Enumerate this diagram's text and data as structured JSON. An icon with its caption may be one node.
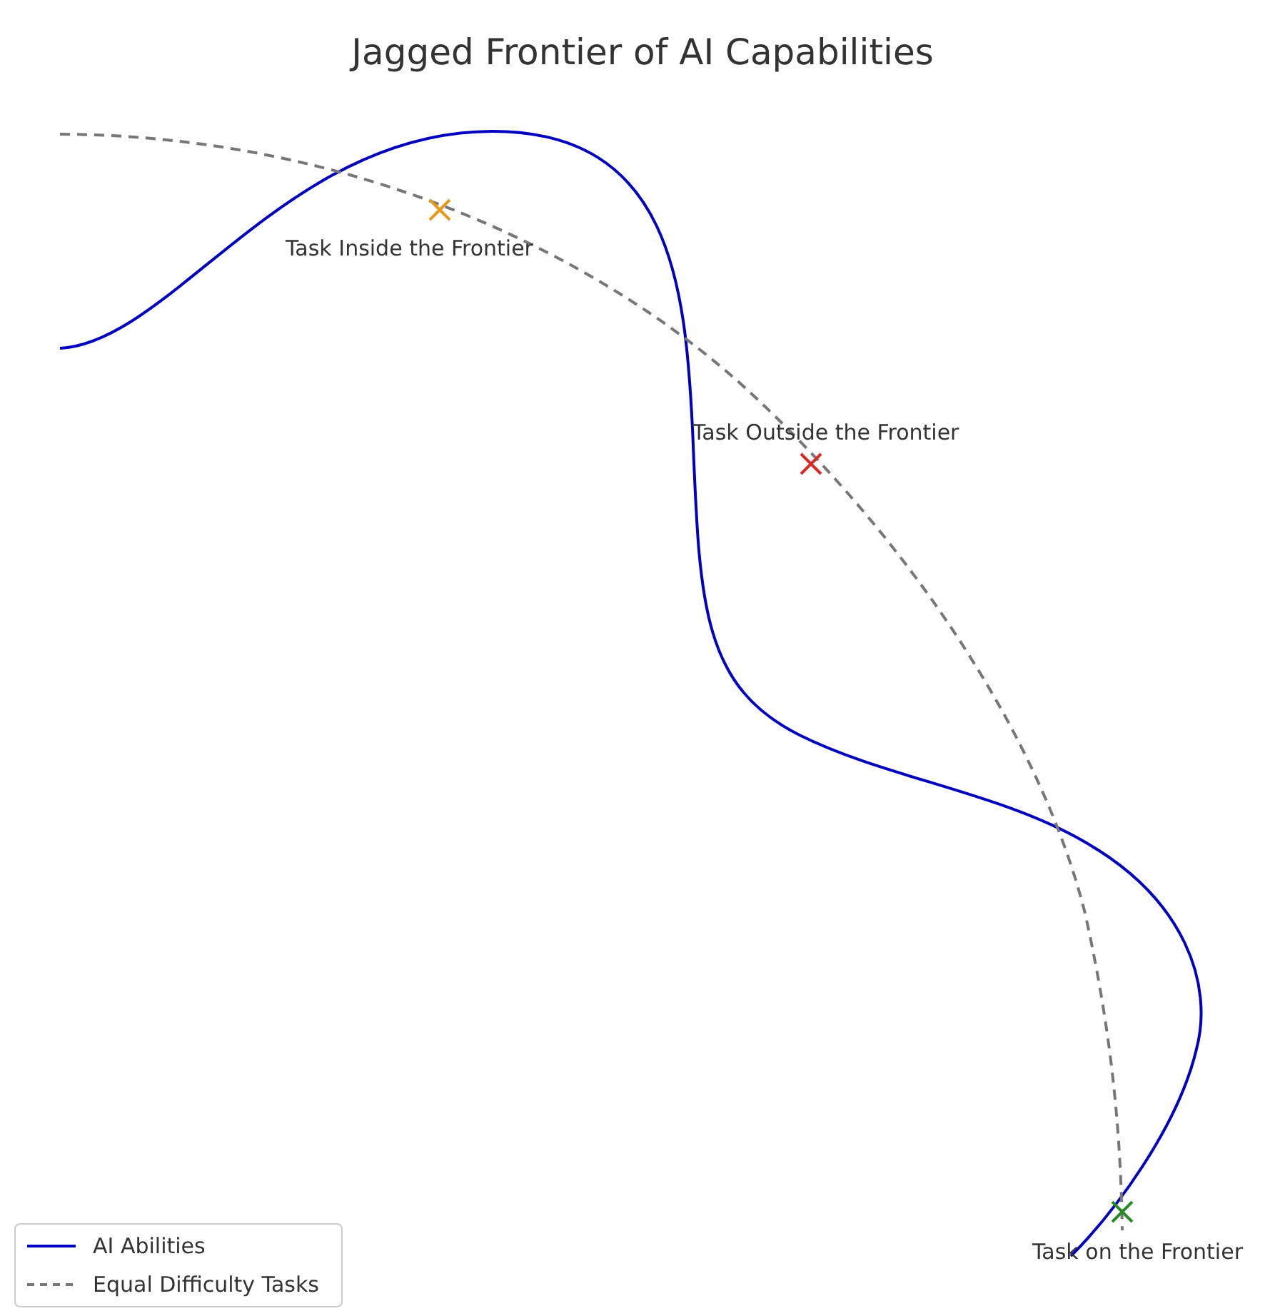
{
  "diagram": {
    "title": "Jagged Frontier of AI Capabilities",
    "labels": [
      "Task Inside the Frontier",
      "Task Outside the Frontier",
      "Task on the Frontier"
    ],
    "legend": [
      {
        "text": "AI Abilities"
      },
      {
        "text": "Equal Difficulty Tasks"
      }
    ]
  }
}
